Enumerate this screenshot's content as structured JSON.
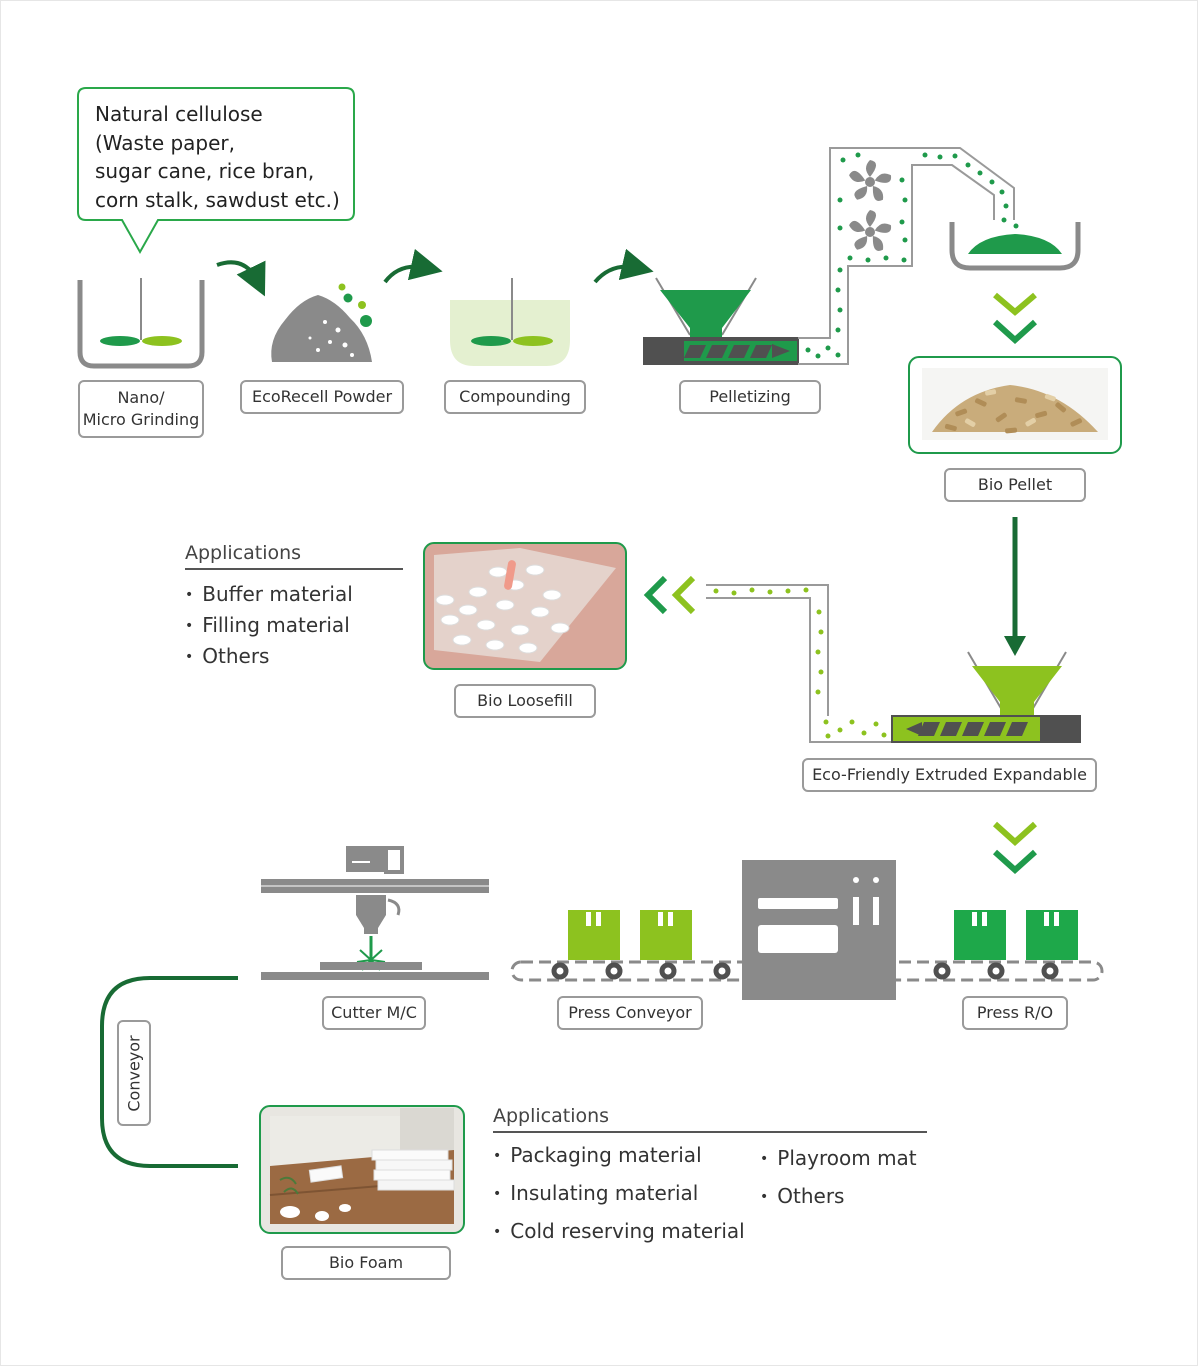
{
  "intro": {
    "lines": [
      "Natural cellulose",
      "(Waste paper,",
      "sugar cane, rice bran,",
      "corn stalk, sawdust etc.)"
    ]
  },
  "steps": {
    "nano_grinding": [
      "Nano/",
      "Micro Grinding"
    ],
    "ecorecell_powder": "EcoRecell Powder",
    "compounding": "Compounding",
    "pelletizing": "Pelletizing",
    "bio_pellet": "Bio Pellet",
    "extruded": "Eco-Friendly Extruded Expandable",
    "bio_loosefill": "Bio Loosefill",
    "cutter": "Cutter M/C",
    "press_conveyor": "Press Conveyor",
    "press_ro": "Press R/O",
    "conveyor": "Conveyor",
    "bio_foam": "Bio Foam"
  },
  "applications_loosefill": {
    "title": "Applications",
    "items": [
      "Buffer material",
      "Filling material",
      "Others"
    ]
  },
  "applications_foam": {
    "title": "Applications",
    "col1": [
      "Packaging material",
      "Insulating material",
      "Cold reserving material"
    ],
    "col2": [
      "Playroom mat",
      "Others"
    ]
  },
  "colors": {
    "dark_green": "#1f9a4b",
    "mid_green": "#0f8a3c",
    "arrow_green": "#186b34",
    "lime": "#8dc21f",
    "pale_green": "#e4f0d0",
    "gray": "#8a8a8a",
    "dark_gray": "#505050"
  }
}
